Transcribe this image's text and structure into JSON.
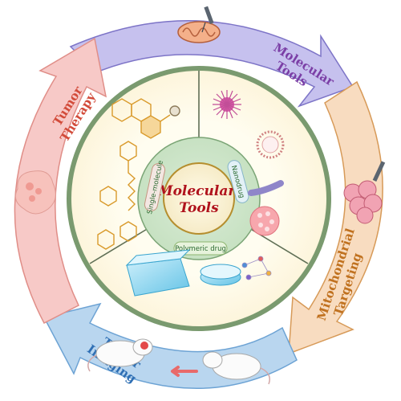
{
  "center": {
    "title_line1": "Molecular",
    "title_line2": "Tools"
  },
  "inner_labels": {
    "single_molecule": "Single-molecule",
    "nanodrug": "Nanodrug",
    "polymeric_drug": "Polymeric drug"
  },
  "outer_arrows": {
    "molecular_tools": {
      "line1": "Molecular",
      "line2": "Tools",
      "color": "#c6c1ee",
      "text_color": "#7b3fa6"
    },
    "mitochondrial_targeting": {
      "line1": "Mitochondrial",
      "line2": "Targeting",
      "color": "#f8dcc0",
      "text_color": "#c0711f"
    },
    "tumor_imaging": {
      "line1": "Tumor",
      "line2": "Imaging",
      "color": "#b9d6ef",
      "text_color": "#2f6fb4"
    },
    "tumor_therapy": {
      "line1": "Tumor",
      "line2": "Therapy",
      "color": "#f7c9c7",
      "text_color": "#d24b3a"
    }
  },
  "icons": [
    "mitochondrion-with-syringe-icon",
    "nanoparticle-cluster-with-syringe-icon",
    "tumor-tissue-icon",
    "mouse-healthy-icon",
    "mouse-labeled-icon",
    "molecule-structure-icon",
    "micelle-icon",
    "liposome-icon",
    "hydrogel-block-icon"
  ]
}
